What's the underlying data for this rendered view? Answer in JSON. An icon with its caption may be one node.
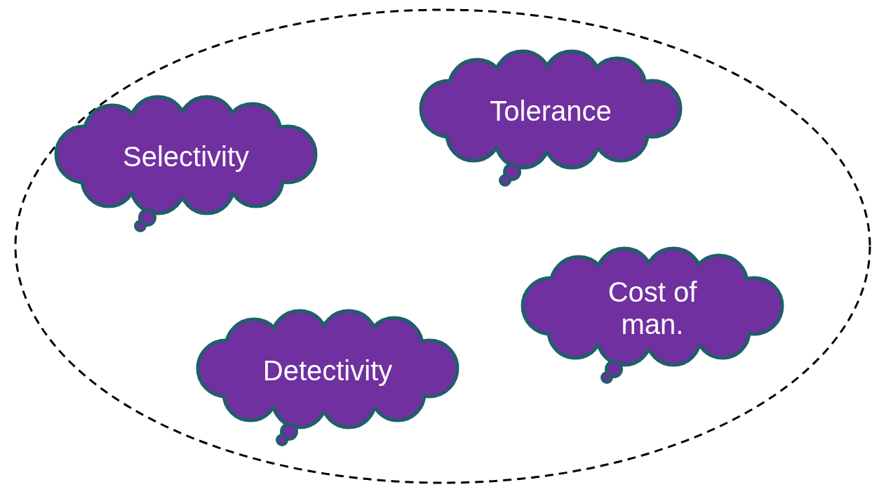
{
  "diagram": {
    "nodes": [
      {
        "text": [],
        "shape": "ellipse"
      },
      {
        "text": [
          "Tolerance"
        ],
        "in": 0
      },
      {
        "text": [
          "Selectivity"
        ],
        "in": 0
      },
      {
        "text": [
          "Cost of man."
        ],
        "in": 0
      },
      {
        "text": [
          "Detectivity"
        ],
        "in": 0
      }
    ]
  }
}
